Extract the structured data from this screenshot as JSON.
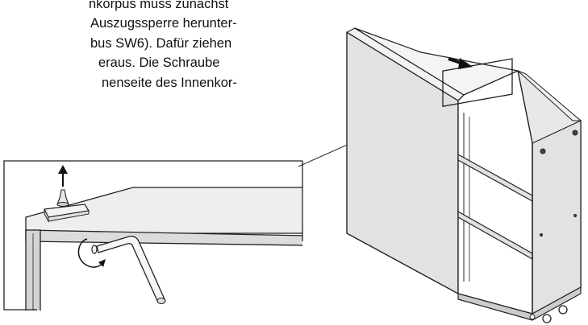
{
  "instruction_text": {
    "lines": [
      "nkorpus muss zunächst",
      "Auszugssperre herunter-",
      "bus SW6). Dafür ziehen",
      "eraus. Die Schraube",
      "nenseite des Innenkor-"
    ]
  },
  "figure": {
    "detail_view": "screw-removal-detail",
    "main_view": "pull-out-cabinet-with-shelves"
  }
}
